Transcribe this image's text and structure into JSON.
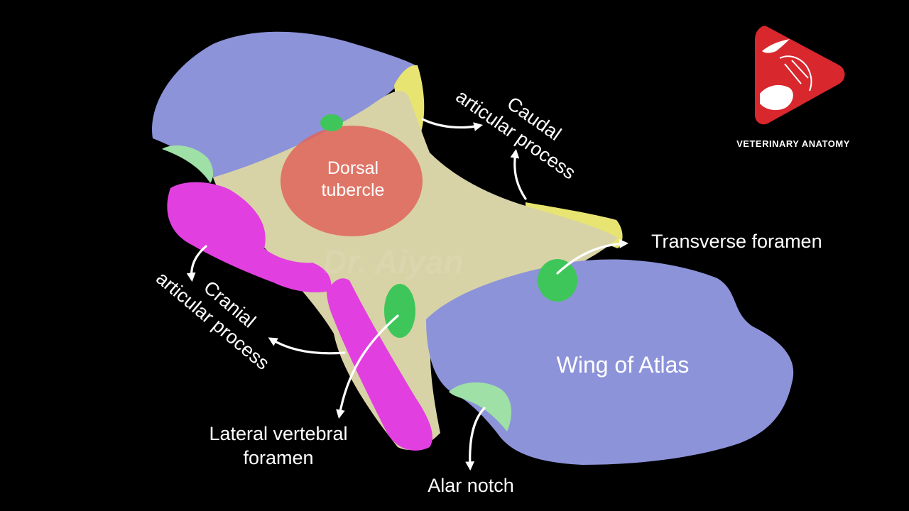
{
  "labels": {
    "caudal_line1": "Caudal",
    "caudal_line2": "articular process",
    "dorsal_line1": "Dorsal",
    "dorsal_line2": "tubercle",
    "transverse": "Transverse foramen",
    "cranial_line1": "Cranial",
    "cranial_line2": "articular process",
    "wing": "Wing of Atlas",
    "lateral_line1": "Lateral vertebral",
    "lateral_line2": "foramen",
    "alar": "Alar notch"
  },
  "brand": {
    "name": "VETERINARY ANATOMY",
    "color": "#d8272d"
  },
  "watermark": "Dr. Aiyan",
  "colors": {
    "background": "#000000",
    "body": "#d8d3a6",
    "wing": "#8c93d9",
    "cranial_articular": "#e23fe0",
    "caudal_articular": "#e8e472",
    "dorsal_tubercle": "#e0645c",
    "foramen": "#3fc65a",
    "alar_notch": "#9fe0a6",
    "label": "#ffffff"
  },
  "icons": [
    "bird-icon",
    "horse-icon",
    "dog-icon",
    "play-triangle-icon"
  ]
}
